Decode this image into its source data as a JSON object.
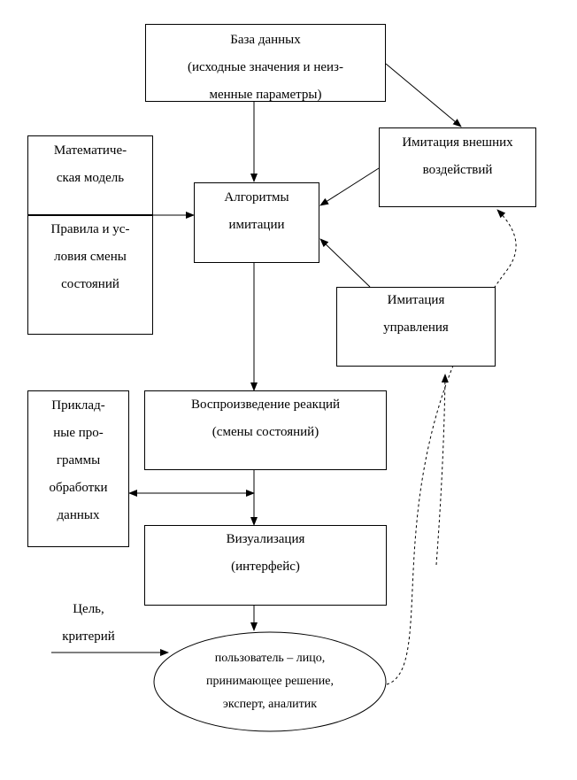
{
  "nodes": {
    "database": {
      "lines": [
        "База данных",
        "(исходные значения и неиз-",
        "менные параметры)"
      ]
    },
    "external": {
      "lines": [
        "Имитация внешних",
        "воздействий"
      ]
    },
    "math_model": {
      "lines": [
        "Математиче-",
        "ская модель"
      ]
    },
    "rules": {
      "lines": [
        "Правила и ус-",
        "ловия смены",
        "состояний"
      ]
    },
    "algorithms": {
      "lines": [
        "Алгоритмы",
        "имитации"
      ]
    },
    "control": {
      "lines": [
        "Имитация",
        "управления"
      ]
    },
    "reactions": {
      "lines": [
        "Воспроизведение реакций",
        "(смены состояний)"
      ]
    },
    "apps": {
      "lines": [
        "Приклад-",
        "ные про-",
        "граммы",
        "обработки",
        "данных"
      ]
    },
    "visualization": {
      "lines": [
        "Визуализация",
        "(интерфейс)"
      ]
    },
    "goal": {
      "lines": [
        "Цель,",
        "критерий"
      ]
    },
    "user": {
      "lines": [
        "пользователь – лицо,",
        "принимающее решение,",
        "эксперт, аналитик"
      ]
    }
  }
}
